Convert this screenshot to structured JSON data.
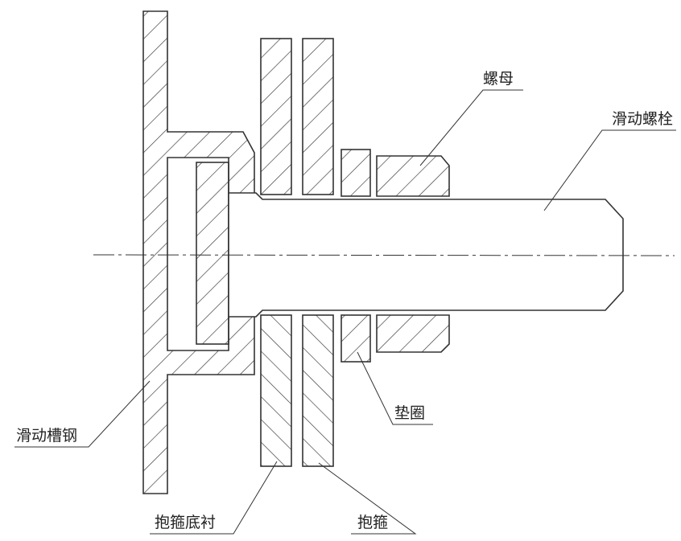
{
  "labels": {
    "nut": "螺母",
    "sliding_bolt": "滑动螺栓",
    "sliding_channel_steel": "滑动槽钢",
    "washer": "垫圈",
    "hoop_lining": "抱箍底衬",
    "hoop": "抱箍"
  },
  "colors": {
    "line": "#333333",
    "background": "#ffffff"
  }
}
